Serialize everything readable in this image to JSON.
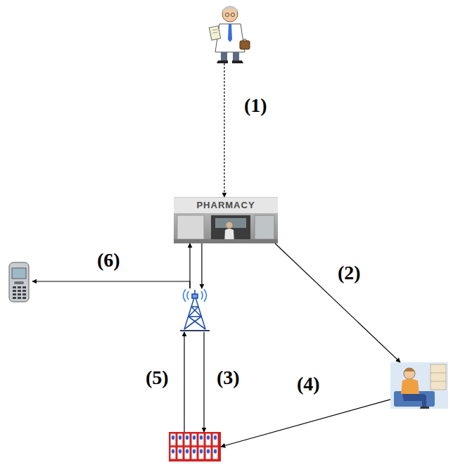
{
  "diagram": {
    "nodes": [
      {
        "text": []
      },
      {
        "text": [
          "PHARMACY"
        ]
      },
      {
        "text": []
      },
      {
        "text": []
      },
      {
        "text": []
      },
      {
        "text": []
      }
    ],
    "edges": [
      {
        "from": 0,
        "to": 1,
        "label": "(1)",
        "arrow": "to"
      },
      {
        "from": 1,
        "to": 4,
        "label": "(2)",
        "arrow": "to"
      },
      {
        "from": 1,
        "to": 3,
        "arrow": "to"
      },
      {
        "from": 3,
        "to": 5,
        "label": "(3)",
        "arrow": "to"
      },
      {
        "from": 4,
        "to": 5,
        "label": "(4)",
        "arrow": "to"
      },
      {
        "from": 5,
        "to": 3,
        "label": "(5)",
        "arrow": "to"
      },
      {
        "from": 3,
        "to": 1,
        "arrow": "to"
      },
      {
        "from": 3,
        "to": 2,
        "label": "(6)",
        "arrow": "to"
      }
    ]
  }
}
